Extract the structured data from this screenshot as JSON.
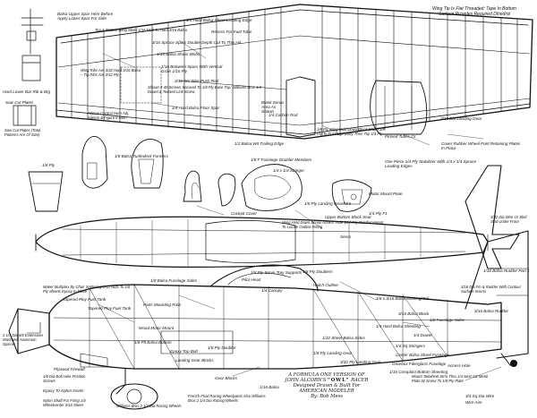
{
  "plan": {
    "wing_top_notes": [
      "Balsa Upper Spar Here Before",
      "Apply Lower Spar For Side"
    ],
    "wing_labels": [
      "1/4 Hard Balsa Sheet Leading Edge",
      "Top & Bottom Wing Skins 1/16 Med To Hard 3/16 Balsa",
      "Recess For Fuel Tube",
      "3/16 Spruce Spars Double Depth Cut To This Hd",
      "Wing Ribs Are 3/32 Hard 3/16 Balsa – Tip Ribs Are 3/32 Ply",
      "1/16 Balsa Shear Webs",
      "1/16 Between Spars With Vertical Grain 1/16 Ply",
      "3/16 Dia Wire Push Rod",
      "Shown 4-40 Screws Secured To 1/8 Ply Base Top: Williams Bros 1/4 Dowel & Twisted Link Screw",
      "Aileron Control Horn Adj. Aileron & Figure 8 Horn",
      "1/4 Hard Balsa Floor Spar",
      "Blank Servo Area As Shown",
      "1/4 Carbon Rod",
      "1/8 Ply Wing Hold Down Block Glued 1/8 Ply To Fuselage Body Then Top 1/4 Ply",
      "1/2 Balsa Wit Trailing Edge"
    ],
    "wing_tip_note": "Wing Tip Is Flat Threaded: Tape In Bottom Surface Provides Required Dihedral",
    "side_notes": [
      "Hard Lower Bar Rib & Brg",
      "Saw Cut Plates",
      "Saw Cut Plates (Total Patterns Are Of Size)"
    ],
    "right_labels": [
      "3/16 Dia Landing Gear",
      "Pinned Tubes Or",
      "Cover Rubber Wheel Pant Retaining Plates In Place",
      "One Piece 1/4 Ply Stabilizer With 1/4 x 1/4 Spruce Leading Edges",
      "3/32 Dia Wire Or Skid Skid Under Front",
      "3/16 Dia Fin & Rudder With Contour Surface Inserts",
      "3/16 Balsa Rudder",
      "1/16 Balsa Rudder Part 1"
    ],
    "former_labels": [
      "1/8 Balsa Turtledeck Formers",
      "1/8 Ply",
      "1/8 F Fuselage Doubler Members",
      "1/4 x 1/4 Stringer",
      "1/8 Ply Landing Gear/Mnt",
      "1/4 Ply F1",
      "Upper Bottom Block Seat",
      "Motor Mount Plate"
    ],
    "fuselage_labels": [
      "Cockpit Cover",
      "Wing Hold Down Screw Access Hole With Ply Reinforcement To Locate Outline Fitting",
      "1/8 Ply Servo Tray Supports",
      "1/4 Canopy",
      "Hatch Outline",
      "1/8 x 3/16 Balsa Marking/Tail",
      "1/8 Balsa Fuselage Sides",
      "3/16 Balsa Block",
      "1/8 Ply Doublers",
      "1/8 Ply Doubler",
      "Wood Motor Mount",
      "1/4 Hard Balsa Sheeting",
      "1/4 Dowel",
      "1/8 Plt Balsa Bottom",
      "Landing Gear Blocks",
      "Williams Bros 2 1/4 Dia Racing Wheels",
      "1/4 Sq Stringers",
      "1/8 Ply Landing Gear",
      "Plywood Firewall",
      "Access Hole",
      "Center Balsa Sheet Fuselage",
      "Mount Tailwheel Strm Thru 1/4 Next 1/2 Metal Plate W Screw To 1/8 Ply Plate",
      "3/4 Sq Dia Wire",
      "1/32 Sheet Balsa Sides",
      "3/32 Ply Landing Gear",
      "1/16 Coroplast Bottom Sheeting",
      "Gearbox Fiberglass Fuselage",
      "Wire Aim",
      "Epoxy Top Bolt",
      "Tapered Ploy Fuel Tank",
      "Parts Mounting Rails",
      "Pilot Head",
      "1/8 Fuselage Sides",
      "Servo"
    ],
    "left_notes": [
      "Maker Multiplex By Chair Soldering 6-32 Nuts To 1/8 Ply Sheets Epoxy In Place",
      "Tapered Ploy Fuel Tank",
      "2 1/4 Dia 3/8 Extensions Wachwell Aluminum Spinner",
      "1/8 Dia Bolt Hole Position Screws",
      "Epoxy To Nylon Insets",
      "French Fluid Racing Wheelpants Also Williams Bros 2 1/4 Dia Racing Wheels"
    ],
    "bottom_labels": [
      "Gear Blocks",
      "Nylon Shaft For Firing 1/4 Wheelcenter 3/16 Sheet",
      "1/16 Balsa"
    ],
    "title_block": [
      "A FORMULA ONE VERSION OF",
      "JOHN ALCORN'S",
      "\"OWL\"",
      "RACER",
      "Designed Drawn & Built For",
      "AMERICAN MODELER",
      "By: Bob Mess"
    ]
  }
}
